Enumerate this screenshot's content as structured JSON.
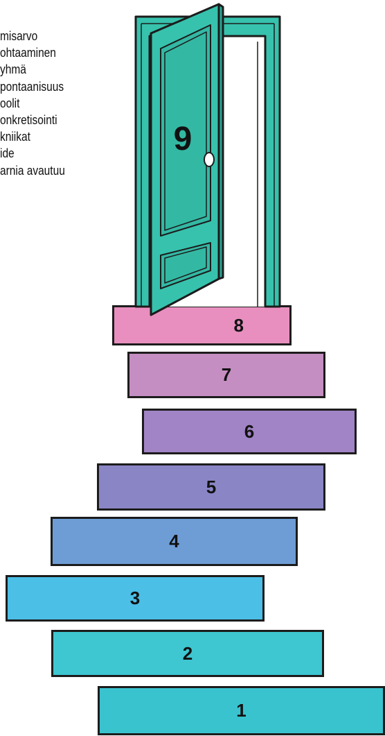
{
  "legend": [
    "misarvo",
    "ohtaaminen",
    "yhmä",
    "pontaanisuus",
    "oolit",
    "onkretisointi",
    "kniikat",
    "ide",
    "arnia avautuu"
  ],
  "door": {
    "number": "9",
    "color": "#37c2ad"
  },
  "steps": [
    {
      "number": "1",
      "color": "#39c3cf"
    },
    {
      "number": "2",
      "color": "#3ec6d1"
    },
    {
      "number": "3",
      "color": "#4bbfe6"
    },
    {
      "number": "4",
      "color": "#6e9dd6"
    },
    {
      "number": "5",
      "color": "#8a86c6"
    },
    {
      "number": "6",
      "color": "#a184c5"
    },
    {
      "number": "7",
      "color": "#c58ec2"
    },
    {
      "number": "8",
      "color": "#e88fbf"
    }
  ]
}
